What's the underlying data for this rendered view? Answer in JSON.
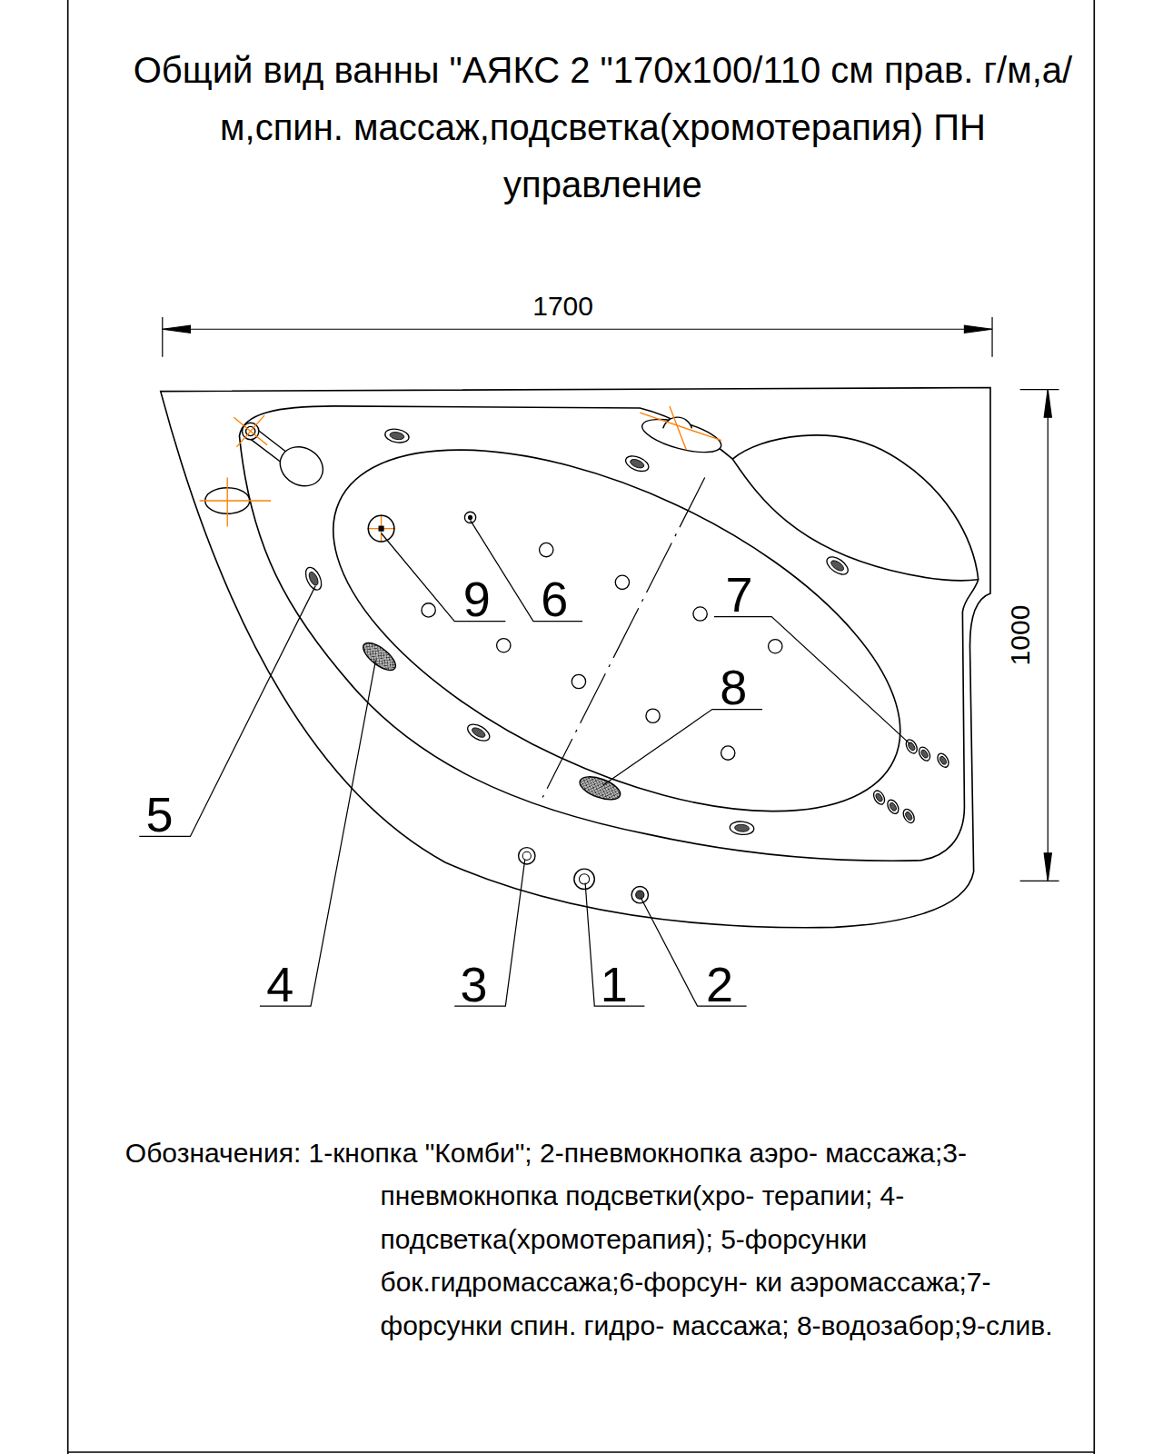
{
  "diagram": {
    "title": "Общий вид ванны \"АЯКС 2 \"170х100/110 см прав. г/м,а/м,спин. массаж,подсветка(хромотерапия) ПН управление",
    "caption": "Обозначения: 1-кнопка \"Комби\"; 2-пневмокнопка аэро- массажа;3-пневмокнопка подсветки(хро- терапии; 4-подсветка(хромотерапия); 5-форсунки бок.гидромассажа;6-форсун- ки аэромассажа;7-форсунки спин. гидро- массажа; 8-водозабор;9-слив.",
    "labels": [
      "1700",
      "1000",
      "5",
      "4",
      "3",
      "1",
      "2",
      "9",
      "6",
      "7",
      "8"
    ]
  }
}
